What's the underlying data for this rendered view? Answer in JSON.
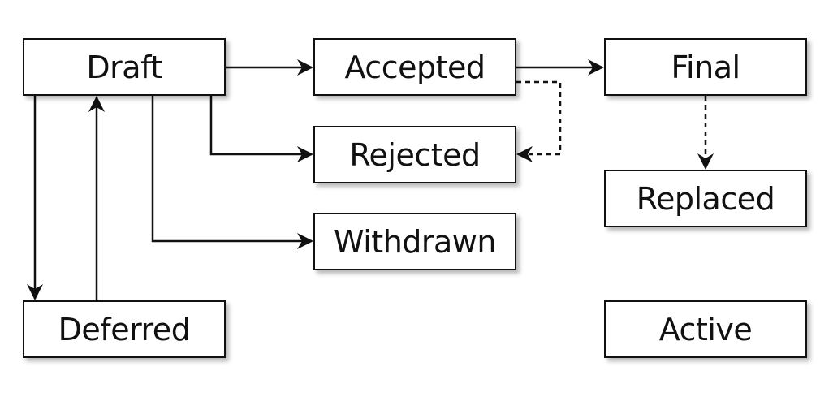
{
  "diagram": {
    "nodes": {
      "draft": "Draft",
      "accepted": "Accepted",
      "final": "Final",
      "rejected": "Rejected",
      "replaced": "Replaced",
      "withdrawn": "Withdrawn",
      "deferred": "Deferred",
      "active": "Active"
    },
    "edges": [
      {
        "from": "draft",
        "to": "accepted",
        "style": "solid"
      },
      {
        "from": "accepted",
        "to": "final",
        "style": "solid"
      },
      {
        "from": "draft",
        "to": "rejected",
        "style": "solid"
      },
      {
        "from": "draft",
        "to": "withdrawn",
        "style": "solid"
      },
      {
        "from": "draft",
        "to": "deferred",
        "style": "solid"
      },
      {
        "from": "deferred",
        "to": "draft",
        "style": "solid"
      },
      {
        "from": "accepted",
        "to": "rejected",
        "style": "dashed"
      },
      {
        "from": "final",
        "to": "replaced",
        "style": "dashed"
      }
    ],
    "colors": {
      "stroke": "#111111",
      "fill": "#ffffff"
    }
  }
}
